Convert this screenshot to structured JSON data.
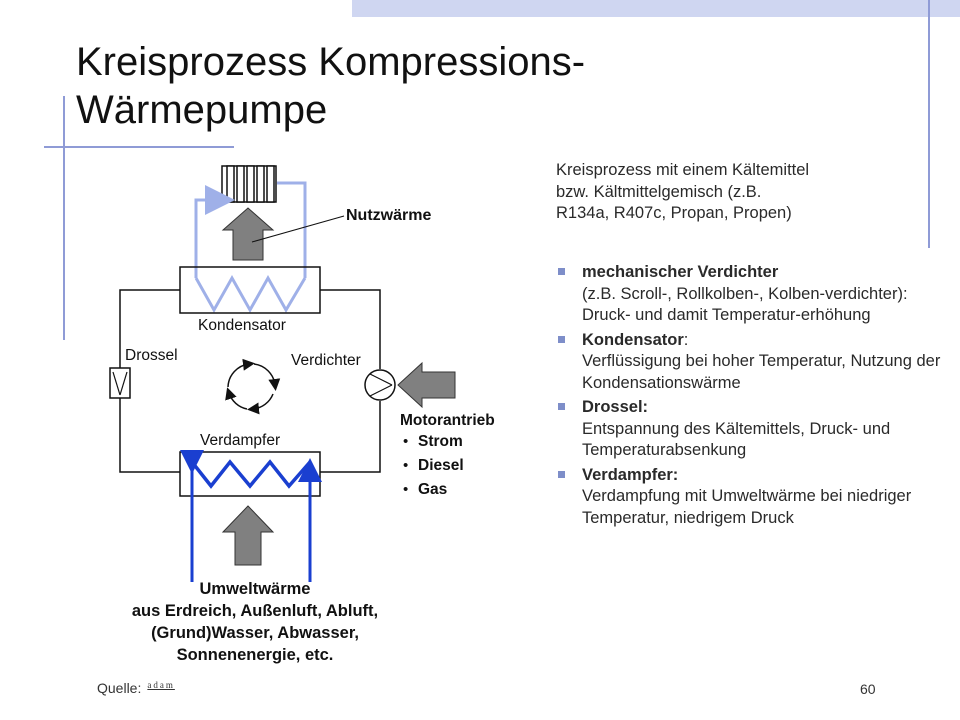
{
  "slide": {
    "title_line1": "Kreisprozess Kompressions-",
    "title_line2": "Wärmepumpe",
    "page_number": "60",
    "source_label": "Quelle:",
    "source_logo": "adam"
  },
  "diagram": {
    "nutzwaerme": "Nutzwärme",
    "kondensator": "Kondensator",
    "drossel": "Drossel",
    "verdichter": "Verdichter",
    "verdampfer": "Verdampfer",
    "motorantrieb": "Motorantrieb",
    "motor_items": [
      "Strom",
      "Diesel",
      "Gas"
    ],
    "umwelt_lines": [
      "Umweltwärme",
      "aus Erdreich, Außenluft, Abluft,",
      "(Grund)Wasser, Abwasser,",
      "Sonnenenergie, etc."
    ],
    "colors": {
      "heat_loop": "#9fb0e8",
      "cold_loop": "#1a3fd0",
      "arrow": "#808080"
    }
  },
  "text": {
    "intro_lines": [
      "Kreisprozess mit einem Kältemittel",
      "bzw. Kältmittelgemisch (z.B.",
      "R134a, R407c, Propan, Propen)"
    ],
    "bullets": [
      {
        "head": "mechanischer Verdichter",
        "head_suffix": "",
        "body": "(z.B. Scroll-, Rollkolben-, Kolben-verdichter):\nDruck- und damit Temperatur-erhöhung"
      },
      {
        "head": "Kondensator",
        "head_suffix": ":",
        "body": "Verflüssigung bei hoher Temperatur, Nutzung der Kondensationswärme"
      },
      {
        "head": "Drossel:",
        "head_suffix": "",
        "body": "Entspannung des Kältemittels, Druck- und Temperaturabsenkung"
      },
      {
        "head": "Verdampfer:",
        "head_suffix": "",
        "body": "Verdampfung mit Umweltwärme bei niedriger Temperatur, niedrigem Druck"
      }
    ]
  }
}
